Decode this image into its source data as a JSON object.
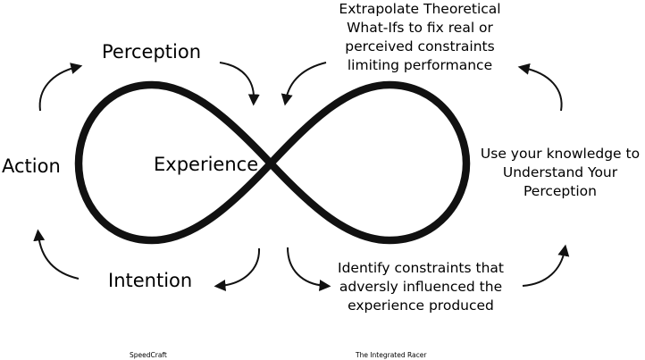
{
  "nodes": {
    "perception": "Perception",
    "action": "Action",
    "experience": "Experience",
    "intention": "Intention"
  },
  "notes": {
    "extrapolate": [
      "Extrapolate Theoretical",
      "What-Ifs to fix real or",
      "perceived constraints",
      "limiting performance"
    ],
    "knowledge": [
      "Use your knowledge to",
      "Understand Your",
      "Perception"
    ],
    "identify": [
      "Identify constraints that",
      "adversly influenced the",
      "experience produced"
    ]
  },
  "footer": {
    "left": "SpeedCraft",
    "right": "The Integrated Racer"
  },
  "colors": {
    "stroke": "#111111",
    "text": "#000000",
    "background": "#ffffff"
  },
  "icons": [
    "infinity-loop",
    "curved-arrow"
  ]
}
